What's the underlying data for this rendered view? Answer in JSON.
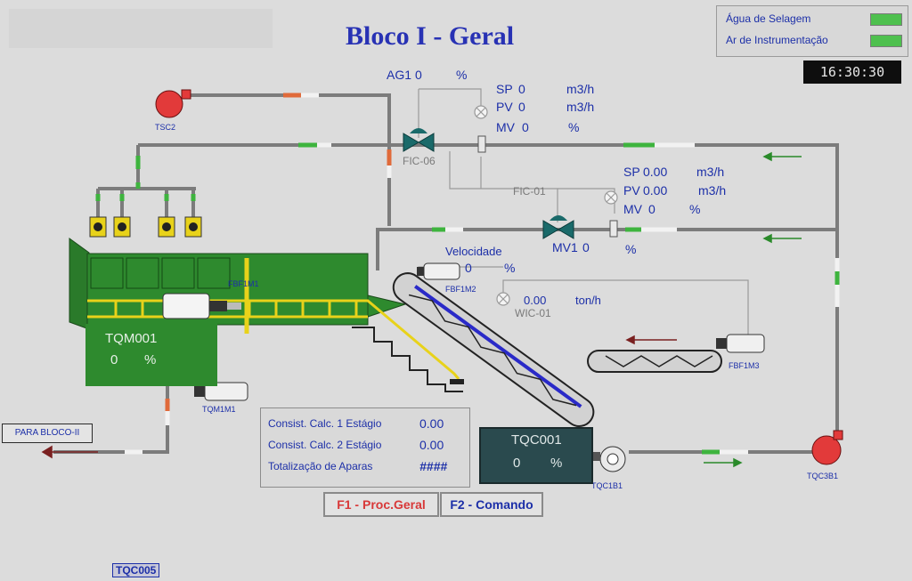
{
  "header": {
    "title": "Bloco I - Geral",
    "clock": "16:30:30"
  },
  "legend": {
    "items": [
      {
        "label": "Água de Selagem",
        "color": "#4ec04e"
      },
      {
        "label": "Ar de Instrumentação",
        "color": "#4ec04e"
      }
    ]
  },
  "ag1": {
    "label": "AG1",
    "value": "0",
    "unit": "%"
  },
  "fic06": {
    "tag": "FIC-06",
    "sp_label": "SP",
    "sp_value": "0",
    "sp_unit": "m3/h",
    "pv_label": "PV",
    "pv_value": "0",
    "pv_unit": "m3/h",
    "mv_label": "MV",
    "mv_value": "0",
    "mv_unit": "%"
  },
  "fic01": {
    "tag": "FIC-01",
    "sp_label": "SP",
    "sp_value": "0.00",
    "sp_unit": "m3/h",
    "pv_label": "PV",
    "pv_value": "0.00",
    "pv_unit": "m3/h",
    "mv_label": "MV",
    "mv_value": "0",
    "mv_unit": "%"
  },
  "mv1": {
    "label": "MV1",
    "value": "0",
    "unit": "%"
  },
  "velocidade": {
    "label": "Velocidade",
    "value": "0",
    "unit": "%"
  },
  "wic01": {
    "tag": "WIC-01",
    "value": "0.00",
    "unit": "ton/h"
  },
  "equipment": {
    "tsc2": "TSC2",
    "fbf1m1": "FBF1M1",
    "fbf1m2": "FBF1M2",
    "fbf1m3": "FBF1M3",
    "tqm1m1": "TQM1M1",
    "tqc1b1": "TQC1B1",
    "tqc3b1": "TQC3B1"
  },
  "tqm001": {
    "tag": "TQM001",
    "value": "0",
    "unit": "%"
  },
  "tqc001": {
    "tag": "TQC001",
    "value": "0",
    "unit": "%"
  },
  "consist": {
    "rows": [
      {
        "label": "Consist. Calc. 1 Estágio",
        "value": "0.00"
      },
      {
        "label": "Consist. Calc. 2 Estágio",
        "value": "0.00"
      },
      {
        "label": "Totalização de Aparas",
        "value": "####"
      }
    ]
  },
  "buttons": {
    "f1": "F1 - Proc.Geral",
    "f2": "F2 - Comando"
  },
  "para_bloco": "PARA BLOCO-II",
  "tqc005": "TQC005"
}
